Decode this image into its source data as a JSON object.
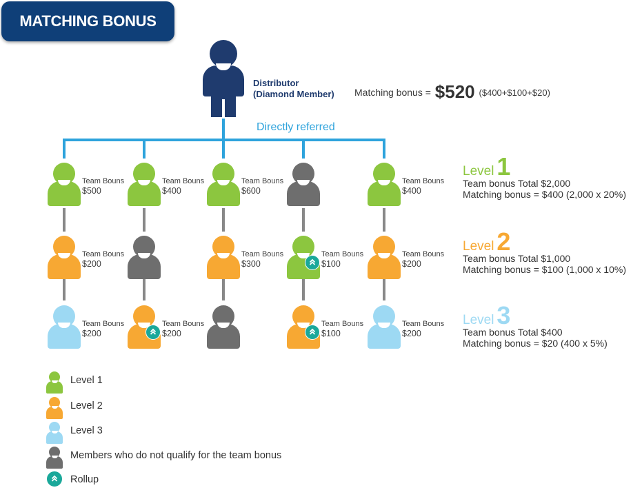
{
  "header": {
    "title": "MATCHING BONUS"
  },
  "distributor": {
    "line1": "Distributor",
    "line2": "(Diamond Member)",
    "matching_prefix": "Matching bonus =",
    "matching_amount": "$520",
    "matching_breakdown": "($400+$100+$20)"
  },
  "directly_referred": "Directly referred",
  "colors": {
    "level1": "#8cc63f",
    "level2": "#f7a833",
    "level3": "#9dd9f3",
    "unqualified": "#6e6e6e",
    "distributor": "#1f3b6e",
    "connector_blue": "#2ea3dc",
    "connector_gray": "#888888",
    "rollup": "#1aa89a"
  },
  "levels": [
    {
      "word": "Level",
      "num": "1",
      "color": "#8cc63f",
      "total": "Team bonus Total $2,000",
      "matching": "Matching bonus = $400 (2,000 x 20%)"
    },
    {
      "word": "Level",
      "num": "2",
      "color": "#f7a833",
      "total": "Team bonus Total $1,000",
      "matching": "Matching bonus = $100 (1,000 x 10%)"
    },
    {
      "word": "Level",
      "num": "3",
      "color": "#9dd9f3",
      "total": "Team bonus Total $400",
      "matching": "Matching bonus = $20 (400 x 5%)"
    }
  ],
  "grid": [
    [
      {
        "status": "level1",
        "label": "Team Bouns",
        "value": "$500",
        "rollup": false
      },
      {
        "status": "level1",
        "label": "Team Bouns",
        "value": "$400",
        "rollup": false
      },
      {
        "status": "level1",
        "label": "Team Bouns",
        "value": "$600",
        "rollup": false
      },
      {
        "status": "unqualified",
        "label": "",
        "value": "",
        "rollup": false
      },
      {
        "status": "level1",
        "label": "Team Bouns",
        "value": "$400",
        "rollup": false
      }
    ],
    [
      {
        "status": "level2",
        "label": "Team Bouns",
        "value": "$200",
        "rollup": false
      },
      {
        "status": "unqualified",
        "label": "",
        "value": "",
        "rollup": false
      },
      {
        "status": "level2",
        "label": "Team Bouns",
        "value": "$300",
        "rollup": false
      },
      {
        "status": "level1",
        "label": "Team Bouns",
        "value": "$100",
        "rollup": true
      },
      {
        "status": "level2",
        "label": "Team Bouns",
        "value": "$200",
        "rollup": false
      }
    ],
    [
      {
        "status": "level3",
        "label": "Team Bouns",
        "value": "$200",
        "rollup": false
      },
      {
        "status": "level2",
        "label": "Team Bouns",
        "value": "$200",
        "rollup": true
      },
      {
        "status": "unqualified",
        "label": "",
        "value": "",
        "rollup": false
      },
      {
        "status": "level2",
        "label": "Team Bouns",
        "value": "$100",
        "rollup": true
      },
      {
        "status": "level3",
        "label": "Team Bouns",
        "value": "$200",
        "rollup": false
      }
    ]
  ],
  "legend": [
    {
      "type": "level1",
      "label": "Level 1"
    },
    {
      "type": "level2",
      "label": "Level 2"
    },
    {
      "type": "level3",
      "label": "Level 3"
    },
    {
      "type": "unqualified",
      "label": "Members who do not qualify for the team bonus"
    },
    {
      "type": "rollup",
      "label": "Rollup"
    }
  ],
  "icons": {
    "rollup": "double-chevron-up-icon",
    "person": "person-icon"
  }
}
